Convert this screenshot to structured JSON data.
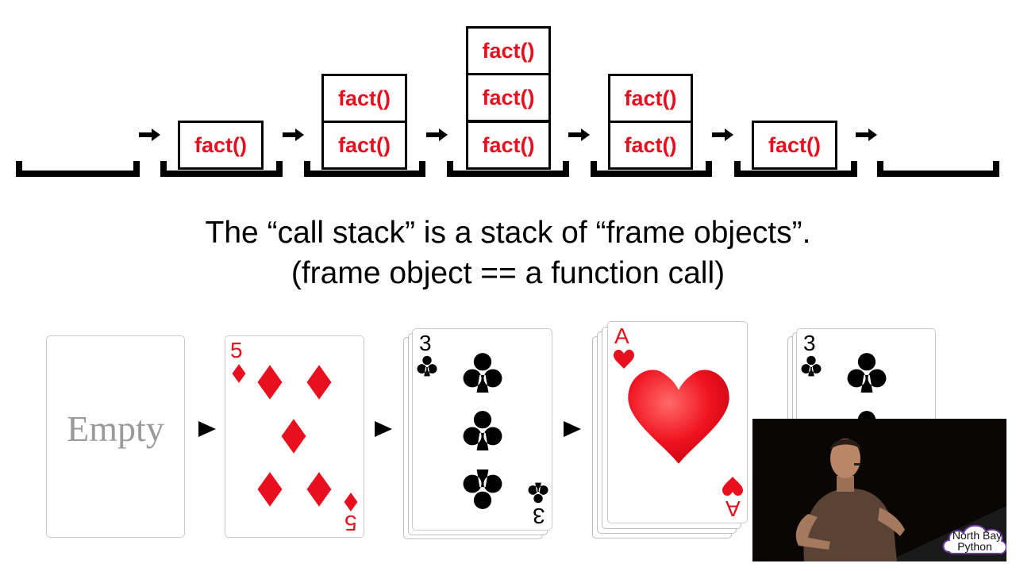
{
  "stack_label": "fact()",
  "caption": {
    "line1": "The “call stack” is a stack of “frame objects”.",
    "line2": "(frame object == a function call)"
  },
  "stack_states": [
    0,
    1,
    2,
    3,
    2,
    1,
    0
  ],
  "cards": {
    "empty_label": "Empty",
    "five_rank": "5",
    "three_rank": "3",
    "ace_rank": "A"
  },
  "logo": {
    "line1": "North Bay",
    "line2": "Python"
  },
  "colors": {
    "accent_red": "#e8101f",
    "text": "#000000"
  }
}
